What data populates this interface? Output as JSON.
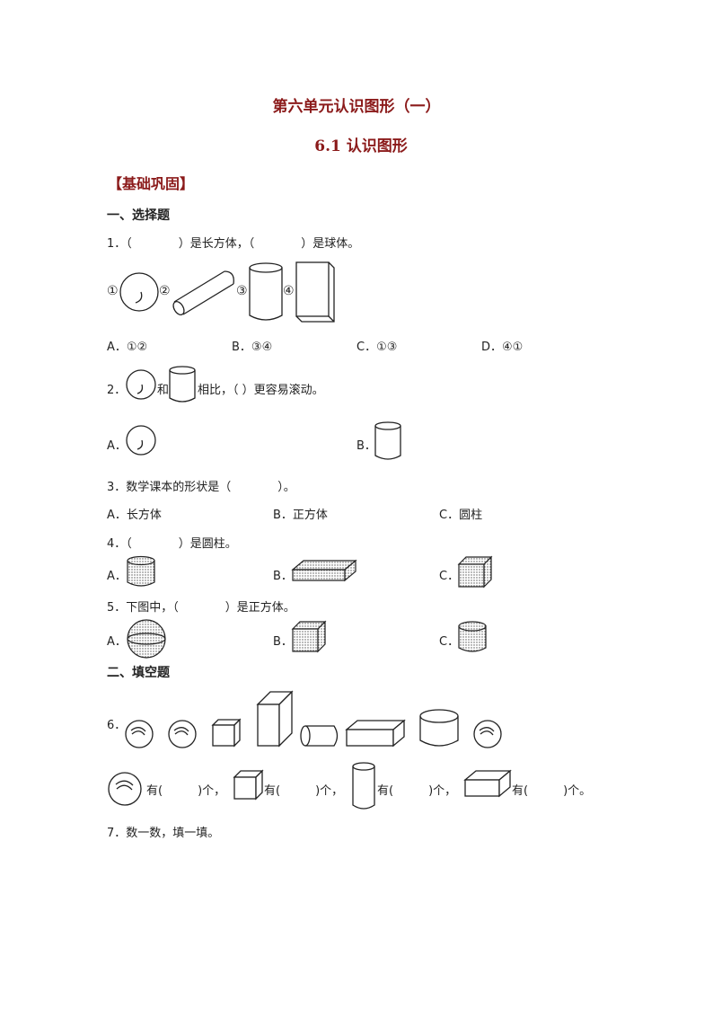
{
  "title": "第六单元认识图形（一）",
  "subtitle": "6.1  认识图形",
  "section": "【基础巩固】",
  "part1": "一、选择题",
  "part2": "二、填空题",
  "q1": {
    "text": "1．（　　　　）是长方体，（　　　　）是球体。",
    "labels": [
      "①",
      "②",
      "③",
      "④"
    ],
    "options": [
      "A．①②",
      "B．③④",
      "C．①③",
      "D．④①"
    ]
  },
  "q2": {
    "prefix": "2．",
    "mid": "和",
    "suffix": "相比，（ ）更容易滚动。",
    "options": [
      "A．",
      "B．"
    ]
  },
  "q3": {
    "text": "3．数学课本的形状是（　　　　）。",
    "options": [
      "A．长方体",
      "B．正方体",
      "C．圆柱"
    ]
  },
  "q4": {
    "text": "4．（　　　　）是圆柱。",
    "options": [
      "A．",
      "B．",
      "C．"
    ]
  },
  "q5": {
    "text": "5．下图中，（　　　　）是正方体。",
    "options": [
      "A．",
      "B．",
      "C．"
    ]
  },
  "q6": {
    "prefix": "6．",
    "blanks": [
      "有(　　　)个，",
      "有(　　　)个，",
      "有(　　　)个，",
      "有(　　　)个。"
    ]
  },
  "q7": {
    "text": "7．数一数，填一填。"
  }
}
